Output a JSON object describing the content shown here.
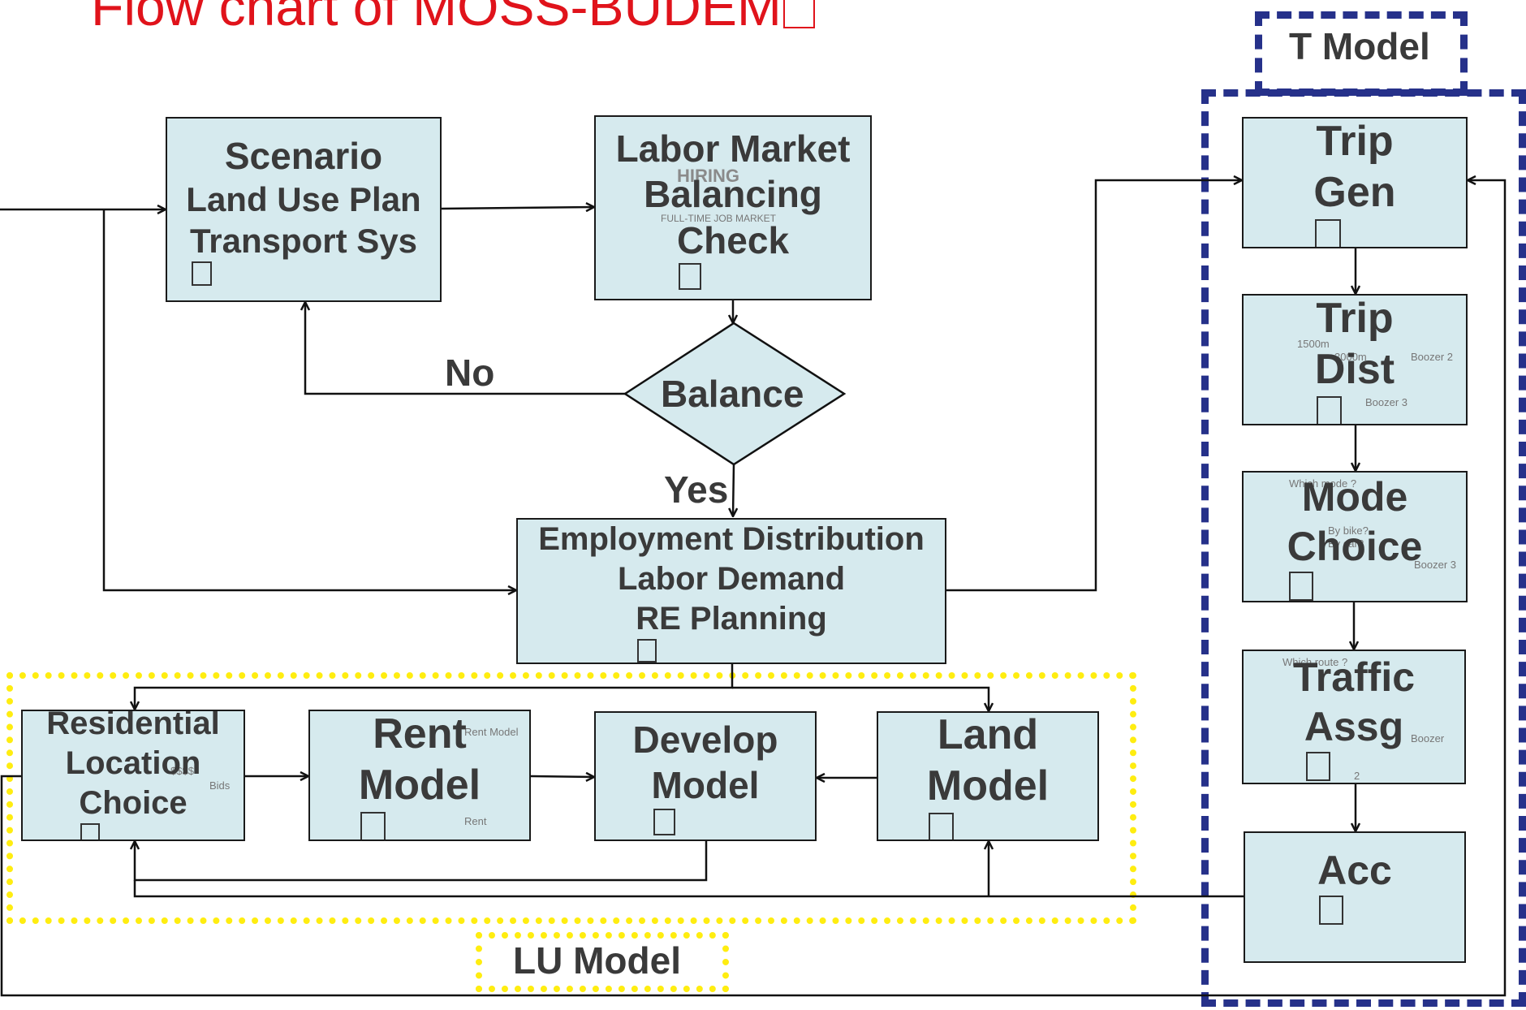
{
  "title": "Flow chart of MOSS-BUDEM",
  "nodes": {
    "scenario": [
      "Scenario",
      "Land Use Plan",
      "Transport Sys"
    ],
    "labor_market": [
      "Labor Market",
      "Balancing",
      "Check"
    ],
    "balance": "Balance",
    "employment": [
      "Employment Distribution",
      "Labor Demand",
      "RE Planning"
    ],
    "residential": [
      "Residential",
      "Location",
      "Choice"
    ],
    "rent": [
      "Rent",
      "Model"
    ],
    "develop": [
      "Develop",
      "Model"
    ],
    "land": [
      "Land",
      "Model"
    ],
    "trip_gen": [
      "Trip",
      "Gen"
    ],
    "trip_dist": [
      "Trip",
      "Dist"
    ],
    "mode_choice": [
      "Mode",
      "Choice"
    ],
    "traffic_assg": [
      "Traffic",
      "Assg"
    ],
    "acc": "Acc"
  },
  "edge_labels": {
    "no": "No",
    "yes": "Yes"
  },
  "groups": {
    "t_model": "T Model",
    "lu_model": "LU Model"
  },
  "illustration_text": {
    "labor_sign": "FULL-TIME JOB MARKET",
    "labor_sign2": "HIRING",
    "trip_dist_a": "1500m",
    "trip_dist_b": "3000m",
    "trip_dist_c": "Boozer 2",
    "trip_dist_d": "Boozer 3",
    "mode_q": "Which mode ?",
    "mode_a": "By bike?",
    "mode_b": "By car?",
    "mode_c": "Boozer 3",
    "route_q": "Which route ?",
    "route_a": "Boozer",
    "route_b": "2",
    "res_a": "$$$$",
    "res_b": "Bids",
    "rent_a": "Rent Model",
    "rent_b": "Rent"
  },
  "colors": {
    "title": "#e0131b",
    "t_model_border": "#26318a",
    "lu_model_border": "#ffed10",
    "box_fill": "#d6eaee"
  }
}
